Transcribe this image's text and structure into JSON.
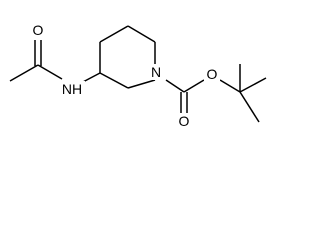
{
  "molecule": {
    "atoms": {
      "nitrogen_amide": "NH",
      "nitrogen_ring": "N",
      "oxygen_acetyl": "O",
      "oxygen_carbonyl": "O",
      "oxygen_ester": "O"
    }
  }
}
